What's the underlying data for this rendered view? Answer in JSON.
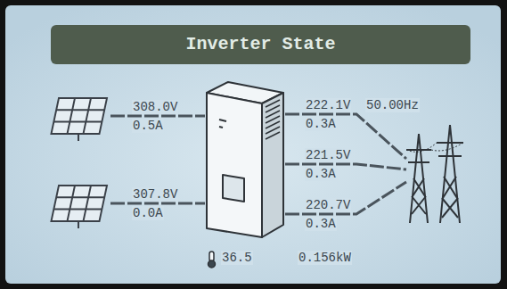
{
  "diagram": {
    "title": "Inverter State",
    "labels": [
      "308.0V",
      "0.5A",
      "307.8V",
      "0.0A",
      "222.1V",
      "0.3A",
      "221.5V",
      "0.3A",
      "220.7V",
      "0.3A",
      "50.00Hz",
      "36.5",
      "0.156kW"
    ]
  }
}
